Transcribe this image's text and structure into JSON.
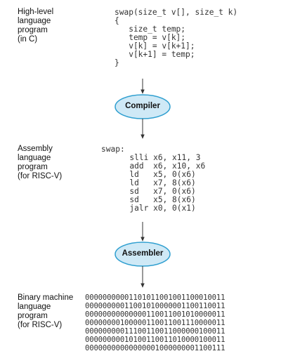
{
  "labels": {
    "high_level": "High-level\nlanguage\nprogram\n(in C)",
    "assembly": "Assembly\nlanguage\nprogram\n(for RISC-V)",
    "binary": "Binary machine\nlanguage\nprogram\n(for RISC-V)"
  },
  "stages": {
    "compiler": "Compiler",
    "assembler": "Assembler"
  },
  "code": {
    "c_program": "swap(size_t v[], size_t k)\n{\n   size_t temp;\n   temp = v[k];\n   v[k] = v[k+1];\n   v[k+1] = temp;\n}",
    "assembly_program": "swap:\n      slli x6, x11, 3\n      add  x6, x10, x6\n      ld   x5, 0(x6)\n      ld   x7, 8(x6)\n      sd   x7, 0(x6)\n      sd   x5, 8(x6)\n      jalr x0, 0(x1)",
    "binary_program": "00000000001101011001001100010011\n00000000011001010000001100110011\n00000000000000110011001010000011\n00000000100000110011001110000011\n00000000011100110011000000100011\n00000000010100110011010000100011\n00000000000000001000000001100111"
  },
  "colors": {
    "oval_fill": "#cfe9f6",
    "oval_stroke": "#2f9fd0",
    "arrow": "#333333"
  }
}
